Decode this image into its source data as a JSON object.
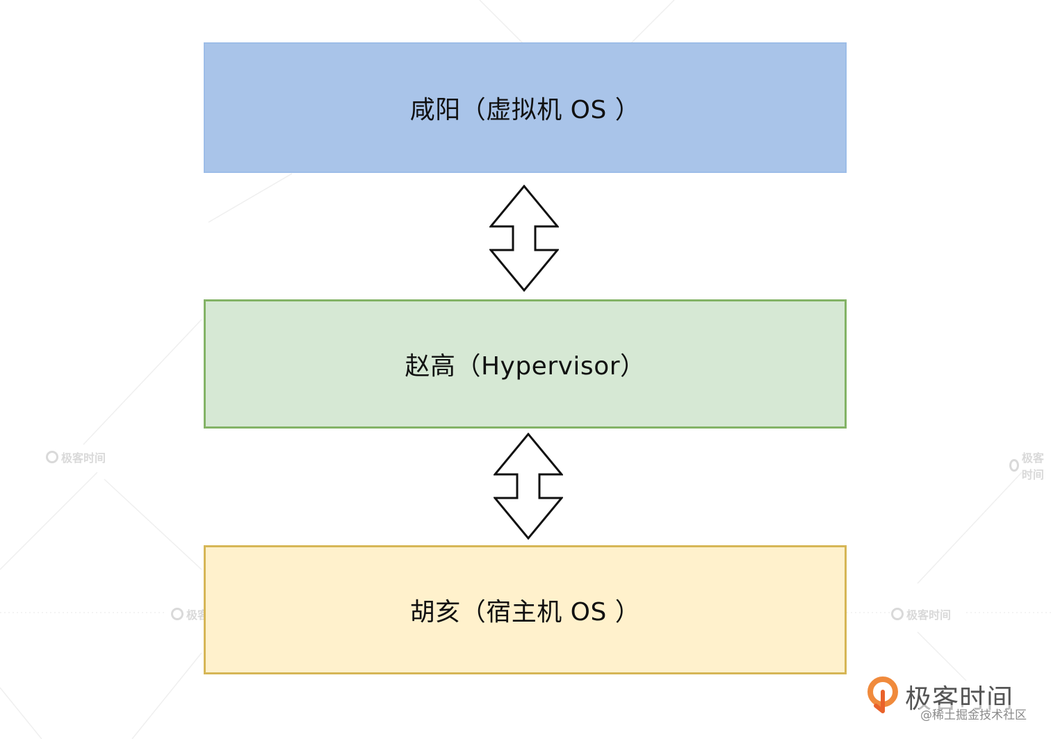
{
  "diagram": {
    "layers": [
      {
        "id": "vm",
        "label": "咸阳（虚拟机 OS ）"
      },
      {
        "id": "hypervisor",
        "label": "赵高（Hypervisor）"
      },
      {
        "id": "host",
        "label": "胡亥（宿主机 OS ）"
      }
    ],
    "connections": [
      {
        "from": "vm",
        "to": "hypervisor",
        "type": "bidirectional"
      },
      {
        "from": "hypervisor",
        "to": "host",
        "type": "bidirectional"
      }
    ],
    "colors": {
      "vm_fill": "#a9c4e9",
      "hypervisor_fill": "#d6e8d4",
      "hypervisor_border": "#83b366",
      "host_fill": "#fff1cc",
      "host_border": "#d6b656"
    }
  },
  "watermark": {
    "text": "极客时间",
    "logo_text": "极客时间",
    "credit": "@稀土掘金技术社区"
  }
}
